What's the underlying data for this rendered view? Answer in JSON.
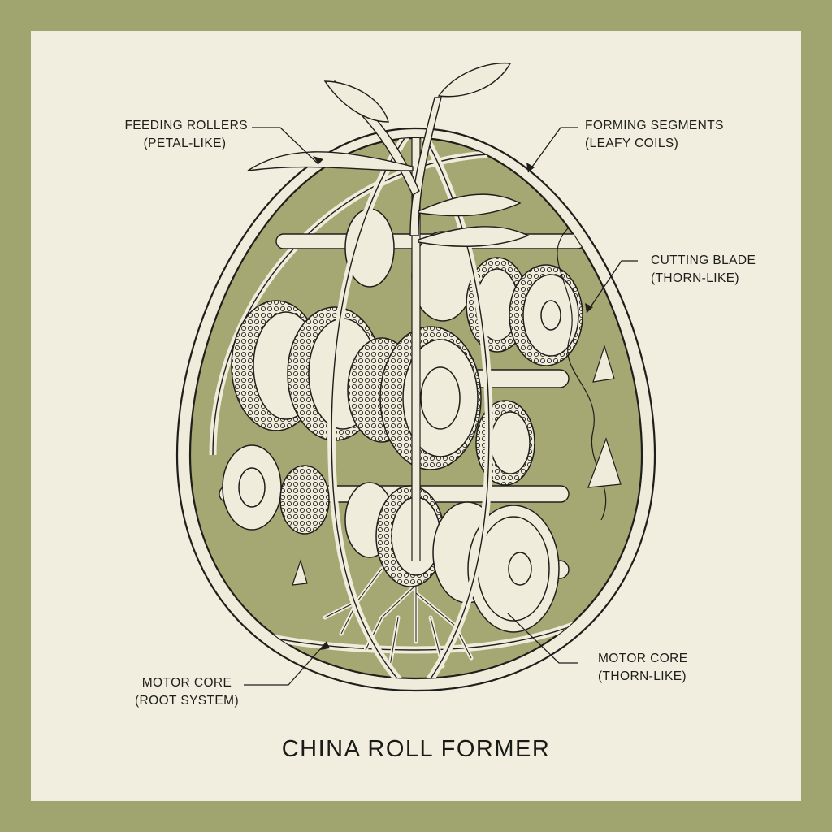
{
  "diagram": {
    "title": "CHINA ROLL FORMER",
    "style": "botanical machine cross-section inside egg-shaped outline",
    "colors": {
      "frame": "#a0a46e",
      "paper": "#f1eedf",
      "egg_fill": "#a6a874",
      "ink": "#1e1e1a",
      "part_fill": "#f0ecdc"
    },
    "callouts": [
      {
        "id": "feeding-rollers",
        "line1": "FEEDING ROLLERS",
        "line2": "(PETAL-LIKE)",
        "side": "left-top"
      },
      {
        "id": "forming-segments",
        "line1": "FORMING SEGMENTS",
        "line2": "(LEAFY COILS)",
        "side": "right-top"
      },
      {
        "id": "cutting-blade",
        "line1": "CUTTING BLADE",
        "line2": "(THORN-LIKE)",
        "side": "right-middle"
      },
      {
        "id": "motor-core-thorn",
        "line1": "MOTOR CORE",
        "line2": "(THORN-LIKE)",
        "side": "right-bottom"
      },
      {
        "id": "motor-core-root",
        "line1": "MOTOR CORE",
        "line2": "(ROOT SYSTEM)",
        "side": "left-bottom"
      }
    ],
    "components": [
      {
        "name": "sprout-stem-with-leaves",
        "position": "top-center"
      },
      {
        "name": "roller-gear-row-upper",
        "count": 4
      },
      {
        "name": "roller-gear-row-middle",
        "count": 4
      },
      {
        "name": "roller-gear-row-lower",
        "count": 5
      },
      {
        "name": "root-system",
        "position": "bottom-center"
      },
      {
        "name": "vines-and-leaves",
        "position": "right-edge"
      }
    ]
  }
}
